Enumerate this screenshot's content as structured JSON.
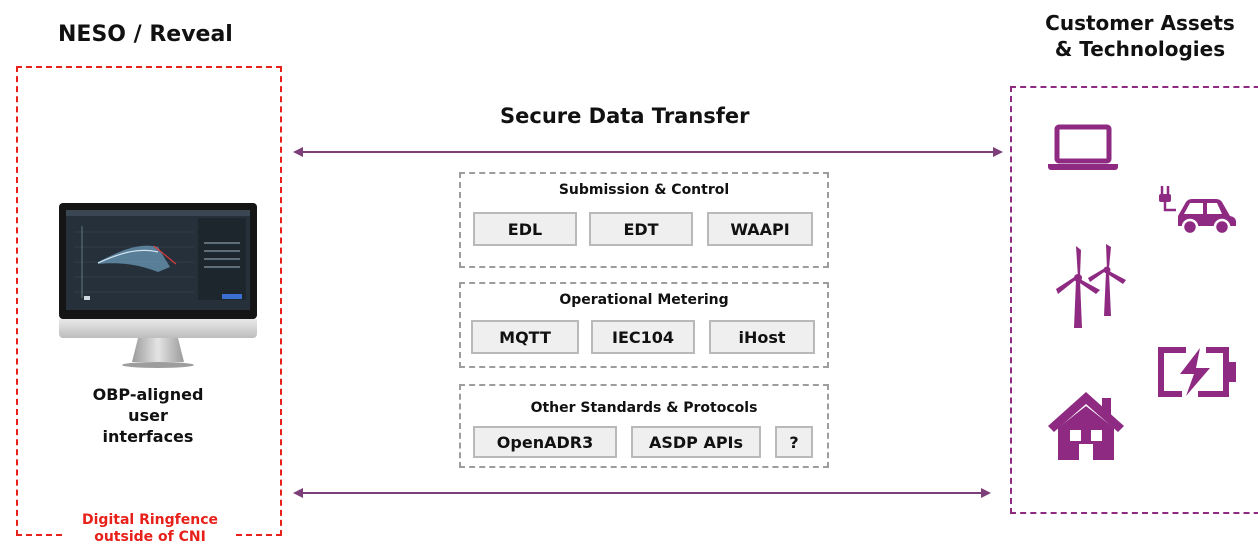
{
  "neso": {
    "title": "NESO / Reveal",
    "ui_label_lines": [
      "OBP-aligned",
      "user",
      "interfaces"
    ],
    "ringfence_lines": [
      "Digital Ringfence",
      "outside of CNI"
    ]
  },
  "customer": {
    "title_lines": [
      "Customer Assets",
      "& Technologies"
    ],
    "icons": [
      "laptop-icon",
      "ev-charging-car-icon",
      "wind-turbines-icon",
      "battery-charging-icon",
      "house-icon"
    ]
  },
  "transfer": {
    "title": "Secure Data Transfer",
    "groups": [
      {
        "title": "Submission & Control",
        "items": [
          "EDL",
          "EDT",
          "WAAPI"
        ]
      },
      {
        "title": "Operational Metering",
        "items": [
          "MQTT",
          "IEC104",
          "iHost"
        ]
      },
      {
        "title": "Other Standards & Protocols",
        "items": [
          "OpenADR3",
          "ASDP APIs",
          "?"
        ]
      }
    ]
  },
  "colors": {
    "ringfence": "#e8201a",
    "customer_accent": "#8e2a82",
    "arrow": "#7d3f79"
  }
}
